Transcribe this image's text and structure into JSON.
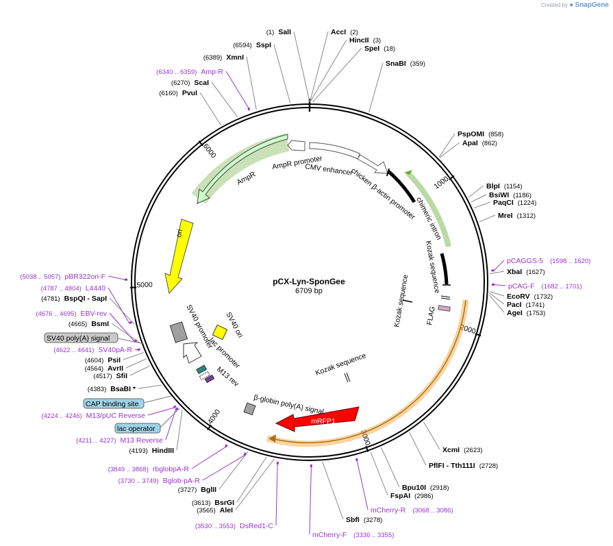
{
  "branding": {
    "created_by": "Created by",
    "product": "SnapGene"
  },
  "plasmid": {
    "name": "pCX-Lyn-SponGee",
    "length": "6709 bp",
    "total_bp": 6709
  },
  "ticks": [
    {
      "label": "1000",
      "bp": 1000
    },
    {
      "label": "2000",
      "bp": 2000
    },
    {
      "label": "3000",
      "bp": 3000
    },
    {
      "label": "4000",
      "bp": 4000
    },
    {
      "label": "5000",
      "bp": 5000
    },
    {
      "label": "6000",
      "bp": 6000
    }
  ],
  "enzymes": [
    {
      "name": "SalI",
      "pos": "(1)",
      "bp": 1
    },
    {
      "name": "AccI",
      "pos": "(2)",
      "bp": 2
    },
    {
      "name": "HincII",
      "pos": "(3)",
      "bp": 3
    },
    {
      "name": "SpeI",
      "pos": "(18)",
      "bp": 18
    },
    {
      "name": "SnaBI",
      "pos": "(359)",
      "bp": 359
    },
    {
      "name": "PspOMI",
      "pos": "(858)",
      "bp": 858
    },
    {
      "name": "ApaI",
      "pos": "(862)",
      "bp": 862
    },
    {
      "name": "BlpI",
      "pos": "(1154)",
      "bp": 1154
    },
    {
      "name": "BsiWI",
      "pos": "(1186)",
      "bp": 1186
    },
    {
      "name": "PaqCI",
      "pos": "(1224)",
      "bp": 1224
    },
    {
      "name": "MreI",
      "pos": "(1312)",
      "bp": 1312
    },
    {
      "name": "XbaI",
      "pos": "(1627)",
      "bp": 1627
    },
    {
      "name": "EcoRV",
      "pos": "(1732)",
      "bp": 1732
    },
    {
      "name": "PacI",
      "pos": "(1741)",
      "bp": 1741
    },
    {
      "name": "AgeI",
      "pos": "(1753)",
      "bp": 1753
    },
    {
      "name": "XcmI",
      "pos": "(2623)",
      "bp": 2623
    },
    {
      "name": "PflFI - Tth111I",
      "pos": "(2728)",
      "bp": 2728
    },
    {
      "name": "Bpu10I",
      "pos": "(2918)",
      "bp": 2918
    },
    {
      "name": "FspAI",
      "pos": "(2986)",
      "bp": 2986
    },
    {
      "name": "SbfI",
      "pos": "(3278)",
      "bp": 3278
    },
    {
      "name": "AleI",
      "pos": "(3565)",
      "bp": 3565
    },
    {
      "name": "BsrGI",
      "pos": "(3613)",
      "bp": 3613
    },
    {
      "name": "BglII",
      "pos": "(3727)",
      "bp": 3727
    },
    {
      "name": "HindIII",
      "pos": "(4193)",
      "bp": 4193
    },
    {
      "name": "BsaBI *",
      "pos": "(4383)",
      "bp": 4383
    },
    {
      "name": "SfiI",
      "pos": "(4517)",
      "bp": 4517
    },
    {
      "name": "AvrII",
      "pos": "(4564)",
      "bp": 4564
    },
    {
      "name": "PsiI",
      "pos": "(4604)",
      "bp": 4604
    },
    {
      "name": "BsmI",
      "pos": "(4665)",
      "bp": 4665
    },
    {
      "name": "BspQI - SapI",
      "pos": "(4781)",
      "bp": 4781
    },
    {
      "name": "PvuI",
      "pos": "(6160)",
      "bp": 6160
    },
    {
      "name": "ScaI",
      "pos": "(6270)",
      "bp": 6270
    },
    {
      "name": "XmnI",
      "pos": "(6389)",
      "bp": 6389
    },
    {
      "name": "SspI",
      "pos": "(6594)",
      "bp": 6594
    }
  ],
  "primers": [
    {
      "name": "pCAGGS-5",
      "range": "(1598 .. 1620)",
      "bp": 1609
    },
    {
      "name": "pCAG-F",
      "range": "(1682 .. 1701)",
      "bp": 1691
    },
    {
      "name": "mCherry-R",
      "range": "(3068 .. 3086)",
      "bp": 3077
    },
    {
      "name": "mCherry-F",
      "range": "(3336 .. 3355)",
      "bp": 3345
    },
    {
      "name": "DsRed1-C",
      "range": "(3530 .. 3553)",
      "bp": 3541
    },
    {
      "name": "Bglob-pA-R",
      "range": "(3730 .. 3749)",
      "bp": 3739
    },
    {
      "name": "rbglobpA-R",
      "range": "(3849 .. 3868)",
      "bp": 3858
    },
    {
      "name": "M13 Reverse",
      "range": "(4211 .. 4227)",
      "bp": 4219
    },
    {
      "name": "M13/pUC Reverse",
      "range": "(4224 .. 4246)",
      "bp": 4235
    },
    {
      "name": "SV40pA-R",
      "range": "(4622 .. 4641)",
      "bp": 4631
    },
    {
      "name": "EBV-rev",
      "range": "(4676 .. 4695)",
      "bp": 4685
    },
    {
      "name": "L4440",
      "range": "(4787 .. 4804)",
      "bp": 4795
    },
    {
      "name": "pBR322ori-F",
      "range": "(5038 .. 5057)",
      "bp": 5047
    },
    {
      "name": "Amp-R",
      "range": "(6340 .. 6359)",
      "bp": 6349
    }
  ],
  "boxed_labels": [
    {
      "name": "SV40 poly(A) signal",
      "color": "#c9c9c9"
    },
    {
      "name": "CAP binding site",
      "color": "#9fd3e6"
    },
    {
      "name": "lac operator",
      "color": "#9fd3e6"
    }
  ],
  "features": [
    {
      "name": "AmpR promoter"
    },
    {
      "name": "AmpR"
    },
    {
      "name": "CMV enhancer"
    },
    {
      "name": "chicken β-actin promoter"
    },
    {
      "name": "chimeric intron"
    },
    {
      "name": "Kozak sequence"
    },
    {
      "name": "FLAG"
    },
    {
      "name": "Kozak sequence"
    },
    {
      "name": "Kozak sequence"
    },
    {
      "name": "mRFP1"
    },
    {
      "name": "β-globin poly(A) signal"
    },
    {
      "name": "ori"
    },
    {
      "name": "SV40 promoter"
    },
    {
      "name": "SV40 ori"
    },
    {
      "name": "lac promoter"
    },
    {
      "name": "M13 rev"
    }
  ],
  "colors": {
    "enzyme_text": "#000000",
    "primer_text": "#9933cc",
    "amp": "#ccffcc",
    "amp_glow": "#339900",
    "ori": "#ffff00",
    "mrfp": "#ff0000",
    "orange_glow": "#f0a030",
    "sv40": "#a0a0a0"
  }
}
